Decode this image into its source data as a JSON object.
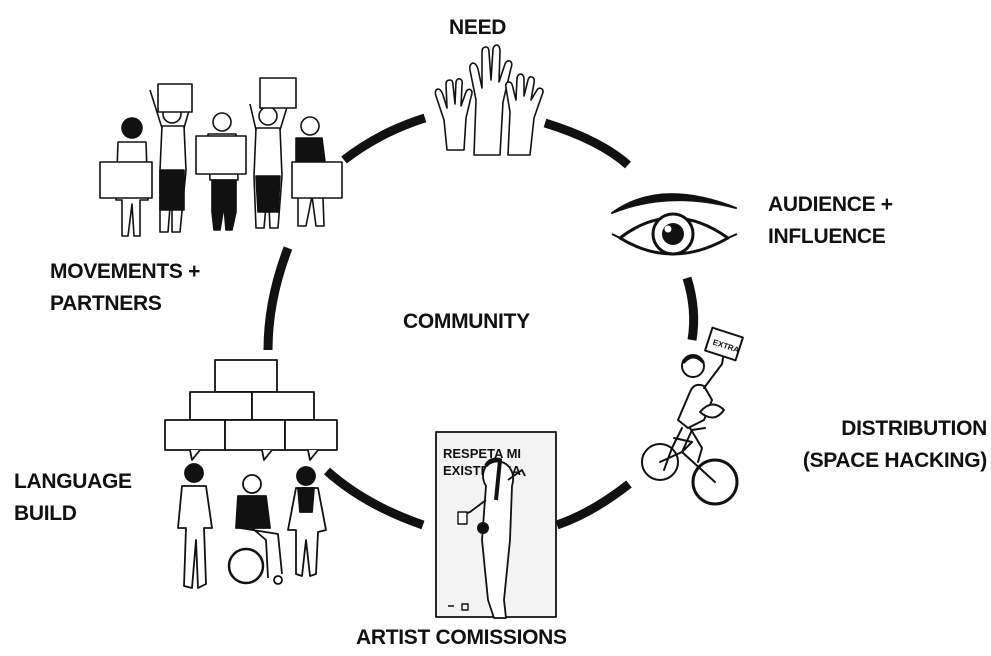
{
  "diagram": {
    "center_label": "COMMUNITY",
    "nodes": {
      "need": {
        "lines": [
          "NEED"
        ],
        "icon": "raised-hands-icon"
      },
      "audience": {
        "lines": [
          "AUDIENCE +",
          "INFLUENCE"
        ],
        "icon": "eye-icon"
      },
      "distribution": {
        "lines": [
          "DISTRIBUTION",
          "(SPACE HACKING)"
        ],
        "icon": "cyclist-icon"
      },
      "artist": {
        "lines": [
          "ARTIST COMISSIONS"
        ],
        "icon": "muralist-icon"
      },
      "language": {
        "lines": [
          "LANGUAGE",
          "BUILD"
        ],
        "icon": "speech-blocks-people-icon"
      },
      "movements": {
        "lines": [
          "MOVEMENTS +",
          "PARTNERS"
        ],
        "icon": "protesters-icon"
      }
    },
    "poster_text": [
      "RESPETA MI",
      "EXISTENCIA"
    ],
    "bike_sign_text": "EXTRA",
    "colors": {
      "ink": "#111111",
      "paper": "#ffffff",
      "fill": "#f3f3f3"
    }
  }
}
